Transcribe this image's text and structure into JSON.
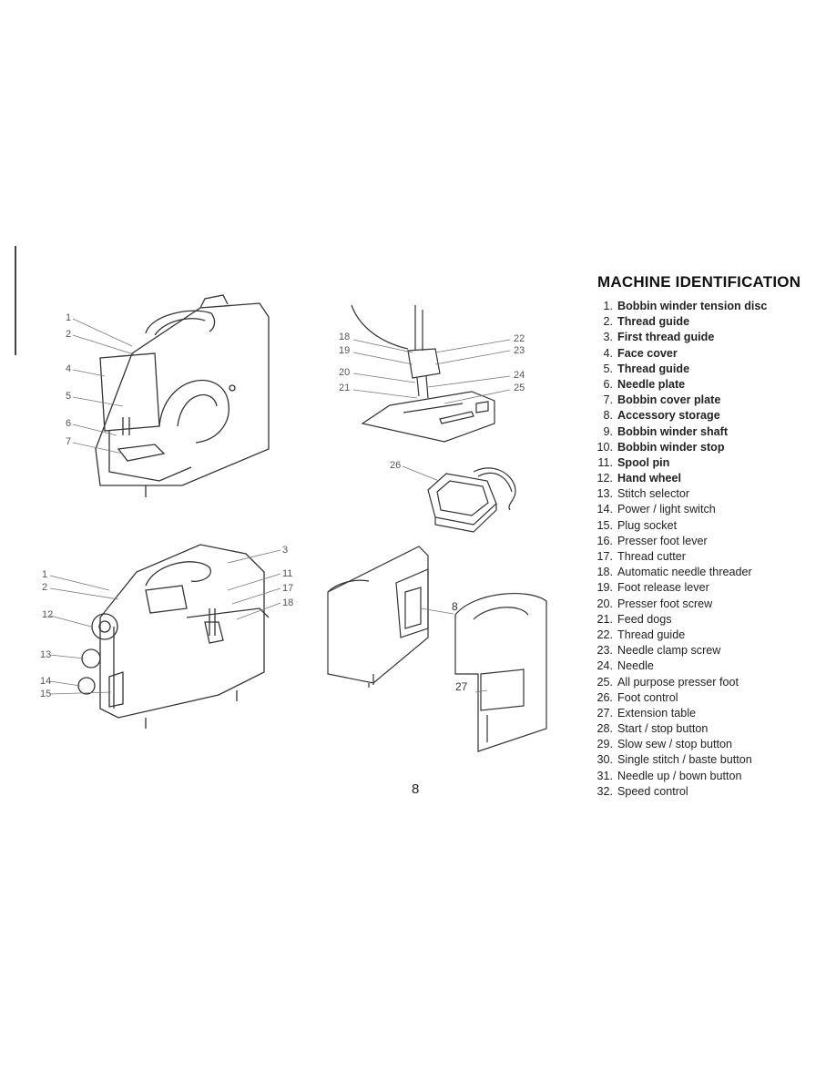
{
  "section": {
    "title": "MACHINE IDENTIFICATION",
    "parts": [
      {
        "num": "1.",
        "label": "Bobbin winder tension disc"
      },
      {
        "num": "2.",
        "label": "Thread guide"
      },
      {
        "num": "3.",
        "label": "First thread guide"
      },
      {
        "num": "4.",
        "label": "Face cover"
      },
      {
        "num": "5.",
        "label": "Thread guide"
      },
      {
        "num": "6.",
        "label": "Needle plate"
      },
      {
        "num": "7.",
        "label": "Bobbin cover plate"
      },
      {
        "num": "8.",
        "label": "Accessory storage"
      },
      {
        "num": "9.",
        "label": "Bobbin winder shaft"
      },
      {
        "num": "10.",
        "label": "Bobbin winder stop"
      },
      {
        "num": "11.",
        "label": "Spool pin"
      },
      {
        "num": "12.",
        "label": "Hand wheel"
      },
      {
        "num": "13.",
        "label": "Stitch selector"
      },
      {
        "num": "14.",
        "label": "Power / light switch"
      },
      {
        "num": "15.",
        "label": "Plug socket"
      },
      {
        "num": "16.",
        "label": "Presser foot lever"
      },
      {
        "num": "17.",
        "label": "Thread cutter"
      },
      {
        "num": "18.",
        "label": "Automatic needle threader"
      },
      {
        "num": "19.",
        "label": "Foot release lever"
      },
      {
        "num": "20.",
        "label": "Presser foot screw"
      },
      {
        "num": "21.",
        "label": "Feed dogs"
      },
      {
        "num": "22.",
        "label": "Thread guide"
      },
      {
        "num": "23.",
        "label": "Needle clamp screw"
      },
      {
        "num": "24.",
        "label": "Needle"
      },
      {
        "num": "25.",
        "label": "All purpose presser foot"
      },
      {
        "num": "26.",
        "label": "Foot control"
      },
      {
        "num": "27.",
        "label": "Extension table"
      },
      {
        "num": "28.",
        "label": "Start / stop button"
      },
      {
        "num": "29.",
        "label": "Slow sew / stop button"
      },
      {
        "num": "30.",
        "label": "Single stitch / baste button"
      },
      {
        "num": "31.",
        "label": "Needle up / bown button"
      },
      {
        "num": "32.",
        "label": "Speed control"
      }
    ]
  },
  "callouts": {
    "front": [
      "1",
      "2",
      "4",
      "5",
      "6",
      "7"
    ],
    "rear": [
      "3",
      "11",
      "17",
      "18",
      "1",
      "2",
      "12",
      "13",
      "14",
      "15"
    ],
    "needle_area": [
      "18",
      "19",
      "20",
      "21",
      "22",
      "23",
      "24",
      "25"
    ],
    "foot_control": "26",
    "accessory": "8",
    "extension": "27"
  },
  "page_number": "8"
}
